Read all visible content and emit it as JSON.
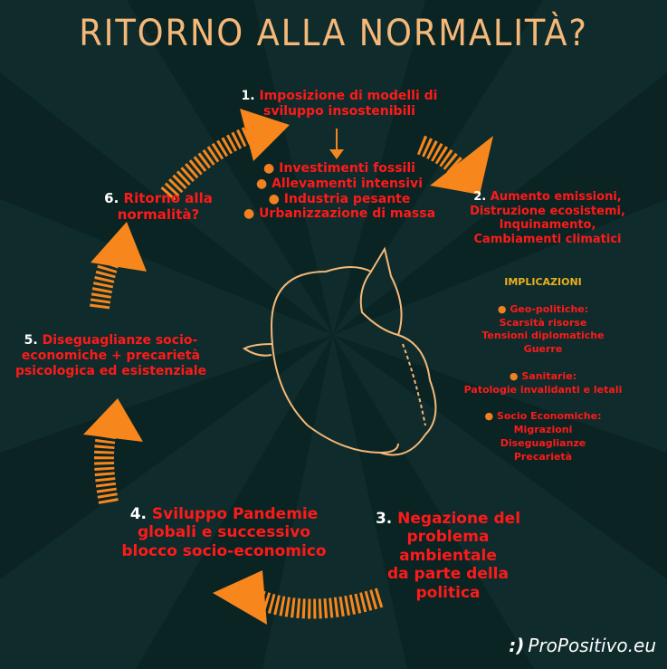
{
  "title": "RITORNO ALLA NORMALITÀ?",
  "steps": [
    {
      "num": "1.",
      "text": "Imposizione di modelli di sviluppo insostenibili",
      "bullets": [
        "Investimenti fossili",
        "Allevamenti intensivi",
        "Industria pesante",
        "Urbanizzazione di massa"
      ]
    },
    {
      "num": "2.",
      "line1": "Aumento emissioni,",
      "line2": "Distruzione ecosistemi,",
      "line3": "Inquinamento,",
      "line4": "Cambiamenti climatici"
    },
    {
      "num": "3.",
      "line1": "Negazione del",
      "line2": "problema ambientale",
      "line3": "da parte della politica"
    },
    {
      "num": "4.",
      "line1": "Sviluppo Pandemie",
      "line2": "globali e successivo",
      "line3": "blocco socio-economico"
    },
    {
      "num": "5.",
      "line1": "Diseguaglianze socio-",
      "line2": "economiche + precarietà",
      "line3": "psicologica ed esistenziale"
    },
    {
      "num": "6.",
      "line1": "Ritorno alla",
      "line2": "normalità?"
    }
  ],
  "implications": {
    "heading": "IMPLICAZIONI",
    "groups": [
      {
        "label": "Geo-politiche:",
        "items": [
          "Scarsità risorse",
          "Tensioni diplomatiche",
          "Guerre"
        ]
      },
      {
        "label": "Sanitarie:",
        "items": [
          "Patologie invalidanti e letali"
        ]
      },
      {
        "label": "Socio Economiche:",
        "items": [
          "Migrazioni",
          "Diseguaglianze",
          "Precarietà"
        ]
      }
    ]
  },
  "logo": {
    "smiley": ":)",
    "text": "ProPositivo.eu"
  },
  "colors": {
    "background": "#0f2b2b",
    "text": "#ff1a1a",
    "accent": "#f7861c",
    "title": "#f5b878"
  }
}
